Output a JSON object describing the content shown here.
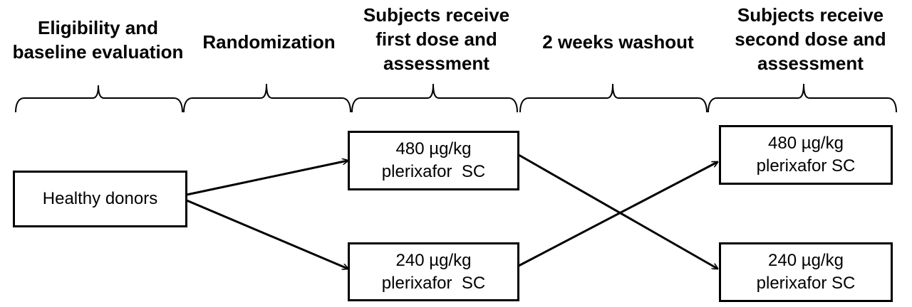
{
  "phases": [
    {
      "line1": "Eligibility and",
      "line2": "baseline evaluation",
      "line3": ""
    },
    {
      "line1": "Randomization",
      "line2": "",
      "line3": ""
    },
    {
      "line1": "Subjects receive",
      "line2": "first dose and",
      "line3": "assessment"
    },
    {
      "line1": "2 weeks washout",
      "line2": "",
      "line3": ""
    },
    {
      "line1": "Subjects receive",
      "line2": "second dose and",
      "line3": "assessment"
    }
  ],
  "boxes": {
    "healthy_donors": {
      "line1": "Healthy donors"
    },
    "first_480": {
      "line1": "480 µg/kg",
      "line2": "plerixafor  SC"
    },
    "first_240": {
      "line1": "240 µg/kg",
      "line2": "plerixafor  SC"
    },
    "second_480": {
      "line1": "480 µg/kg",
      "line2": "plerixafor SC"
    },
    "second_240": {
      "line1": "240 µg/kg",
      "line2": "plerixafor SC"
    }
  }
}
